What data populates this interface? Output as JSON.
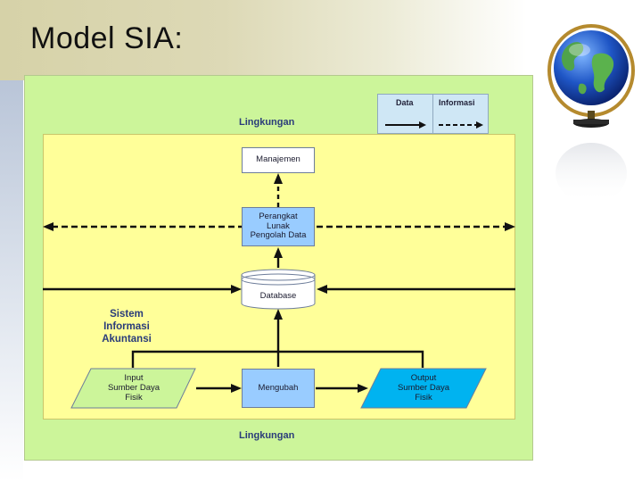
{
  "slide": {
    "title": "Model SIA:"
  },
  "legend": {
    "data_label": "Data",
    "info_label": "Informasi"
  },
  "environment": {
    "top_label": "Lingkungan",
    "bottom_label": "Lingkungan"
  },
  "system": {
    "label_lines": [
      "Sistem",
      "Informasi",
      "Akuntansi"
    ]
  },
  "nodes": {
    "manajemen": "Manajemen",
    "perangkat": [
      "Perangkat",
      "Lunak",
      "Pengolah Data"
    ],
    "database": "Database",
    "input": [
      "Input",
      "Sumber Daya",
      "Fisik"
    ],
    "mengubah": "Mengubah",
    "output": [
      "Output",
      "Sumber Daya",
      "Fisik"
    ]
  },
  "colors": {
    "environment": "#ccf59a",
    "system": "#ffff99",
    "process_box": "#99ccff",
    "input_box": "#ccf59a",
    "output_box": "#00b3f0",
    "label_text": "#2a3c7a"
  },
  "icons": {
    "globe": "globe-icon"
  }
}
